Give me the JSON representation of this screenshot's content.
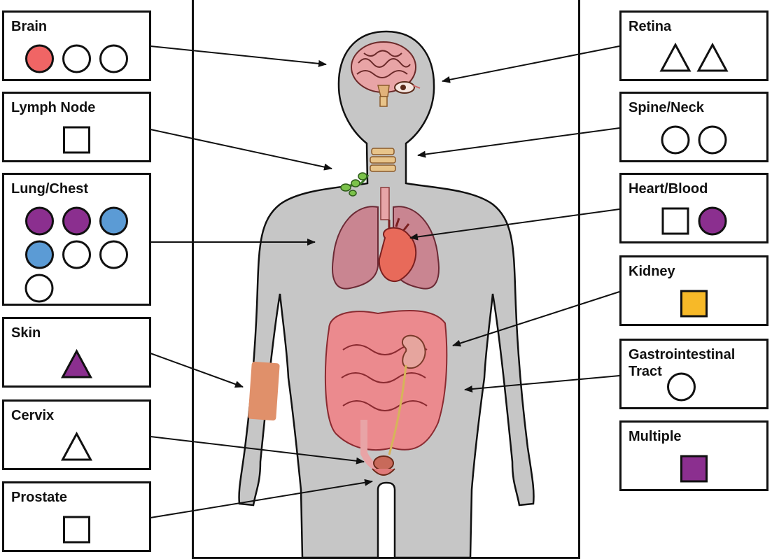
{
  "colors": {
    "red": "#f06565",
    "purple": "#8b2f8f",
    "blue": "#5b9bd5",
    "yellow": "#f7b928",
    "white": "#ffffff",
    "outline": "#111111",
    "body": "#c6c6c6"
  },
  "sites": [
    {
      "id": "brain",
      "label": "Brain",
      "symbols": [
        {
          "shape": "circle",
          "color": "red"
        },
        {
          "shape": "circle",
          "color": "white"
        },
        {
          "shape": "circle",
          "color": "white"
        }
      ]
    },
    {
      "id": "lymph-node",
      "label": "Lymph Node",
      "symbols": [
        {
          "shape": "square",
          "color": "white"
        }
      ]
    },
    {
      "id": "lung-chest",
      "label": "Lung/Chest",
      "symbols": [
        {
          "shape": "circle",
          "color": "purple"
        },
        {
          "shape": "circle",
          "color": "purple"
        },
        {
          "shape": "circle",
          "color": "blue"
        },
        {
          "shape": "circle",
          "color": "blue"
        },
        {
          "shape": "circle",
          "color": "white"
        },
        {
          "shape": "circle",
          "color": "white"
        },
        {
          "shape": "circle",
          "color": "white"
        }
      ]
    },
    {
      "id": "skin",
      "label": "Skin",
      "symbols": [
        {
          "shape": "triangle",
          "color": "purple"
        }
      ]
    },
    {
      "id": "cervix",
      "label": "Cervix",
      "symbols": [
        {
          "shape": "triangle",
          "color": "white"
        }
      ]
    },
    {
      "id": "prostate",
      "label": "Prostate",
      "symbols": [
        {
          "shape": "square",
          "color": "white"
        }
      ]
    },
    {
      "id": "retina",
      "label": "Retina",
      "symbols": [
        {
          "shape": "triangle",
          "color": "white"
        },
        {
          "shape": "triangle",
          "color": "white"
        }
      ]
    },
    {
      "id": "spine-neck",
      "label": "Spine/Neck",
      "symbols": [
        {
          "shape": "circle",
          "color": "white"
        },
        {
          "shape": "circle",
          "color": "white"
        }
      ]
    },
    {
      "id": "heart-blood",
      "label": "Heart/Blood",
      "symbols": [
        {
          "shape": "square",
          "color": "white"
        },
        {
          "shape": "circle",
          "color": "purple"
        }
      ]
    },
    {
      "id": "kidney",
      "label": "Kidney",
      "symbols": [
        {
          "shape": "square",
          "color": "yellow"
        }
      ]
    },
    {
      "id": "gi-tract",
      "label": "Gastrointestinal\nTract",
      "symbols": [
        {
          "shape": "circle",
          "color": "white"
        }
      ]
    },
    {
      "id": "multiple",
      "label": "Multiple",
      "symbols": [
        {
          "shape": "square",
          "color": "purple"
        }
      ]
    }
  ]
}
